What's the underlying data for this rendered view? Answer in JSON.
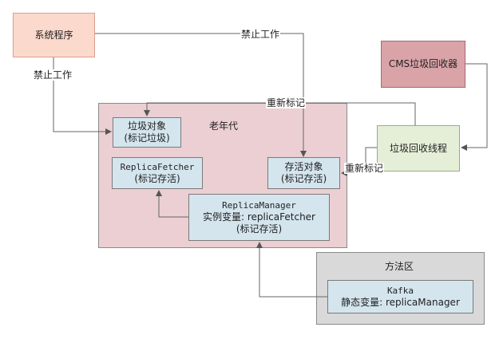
{
  "nodes": {
    "system_program": "系统程序",
    "cms_collector": "CMS垃圾回收器",
    "gc_thread": "垃圾回收线程",
    "old_gen": "老年代",
    "garbage_obj": [
      "垃圾对象",
      "(标记垃圾)"
    ],
    "replica_fetcher": [
      "ReplicaFetcher",
      "(标记存活)"
    ],
    "live_obj": [
      "存活对象",
      "(标记存活)"
    ],
    "replica_manager": [
      "ReplicaManager",
      "实例变量: replicaFetcher",
      "(标记存活)"
    ],
    "method_area": "方法区",
    "kafka": [
      "Kafka",
      "静态变量: replicaManager"
    ]
  },
  "edge_labels": {
    "stop_work_top": "禁止工作",
    "stop_work_left": "禁止工作",
    "remark_top": "重新标记",
    "remark_right": "重新标记"
  },
  "colors": {
    "system_program": "#fbd9cc",
    "cms_collector": "#d9a3a8",
    "gc_thread": "#e5efd8",
    "old_gen": "#ebcfd2",
    "object_box": "#d4e5ee",
    "method_area": "#d9d9d9"
  }
}
